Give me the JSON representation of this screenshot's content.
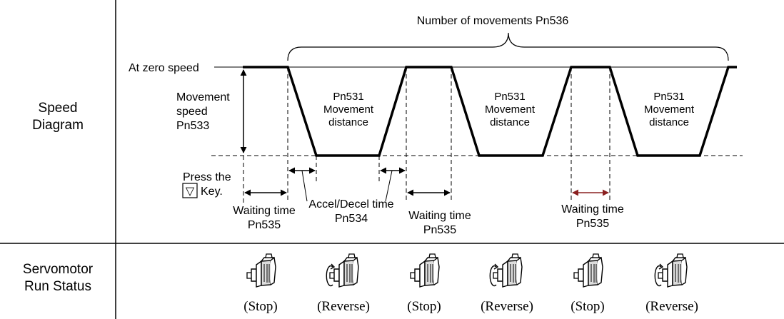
{
  "rows": {
    "speed_label_line1": "Speed",
    "speed_label_line2": "Diagram",
    "run_label_line1": "Servomotor",
    "run_label_line2": "Run Status"
  },
  "speed_diagram": {
    "number_of_movements": "Number of movements Pn536",
    "at_zero_speed": "At zero speed",
    "movement_speed": [
      "Movement",
      "speed",
      "Pn533"
    ],
    "movement_distance": [
      "Pn531",
      "Movement",
      "distance"
    ],
    "press_key": [
      "Press the",
      "Key."
    ],
    "key_symbol": "▽",
    "accel_decel": [
      "Accel/Decel time",
      "Pn534"
    ],
    "waiting_time": [
      "Waiting time",
      "Pn535"
    ]
  },
  "run_status": [
    {
      "state": "(Stop)",
      "icon": "servomotor-icon"
    },
    {
      "state": "(Reverse)",
      "icon": "servomotor-reverse-icon"
    },
    {
      "state": "(Stop)",
      "icon": "servomotor-icon"
    },
    {
      "state": "(Reverse)",
      "icon": "servomotor-reverse-icon"
    },
    {
      "state": "(Stop)",
      "icon": "servomotor-icon"
    },
    {
      "state": "(Reverse)",
      "icon": "servomotor-reverse-icon"
    }
  ]
}
